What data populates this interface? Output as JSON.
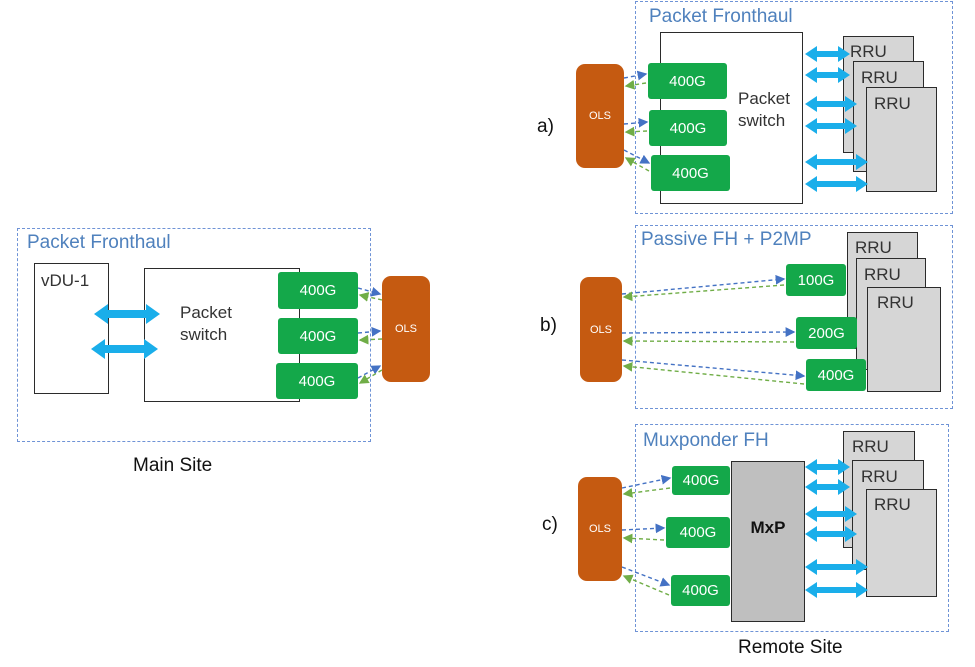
{
  "main_site": {
    "frame_title": "Packet Fronthaul",
    "vdu_label": "vDU-1",
    "switch_label": "Packet switch",
    "modules": [
      "400G",
      "400G",
      "400G"
    ],
    "ols_label": "OLS",
    "caption": "Main Site"
  },
  "remote_site": {
    "caption": "Remote Site",
    "a": {
      "letter": "a)",
      "frame_title": "Packet Fronthaul",
      "ols_label": "OLS",
      "modules": [
        "400G",
        "400G",
        "400G"
      ],
      "switch_label": "Packet switch",
      "rru_labels": [
        "RRU",
        "RRU",
        "RRU"
      ]
    },
    "b": {
      "letter": "b)",
      "frame_title": "Passive FH + P2MP",
      "ols_label": "OLS",
      "modules": [
        "100G",
        "200G",
        "400G"
      ],
      "rru_labels": [
        "RRU",
        "RRU",
        "RRU"
      ]
    },
    "c": {
      "letter": "c)",
      "frame_title": "Muxponder FH",
      "ols_label": "OLS",
      "modules": [
        "400G",
        "400G",
        "400G"
      ],
      "mxp_label": "MxP",
      "rru_labels": [
        "RRU",
        "RRU",
        "RRU"
      ]
    }
  },
  "colors": {
    "frame_border": "#6f93d6",
    "frame_title": "#4f81bd",
    "module_green": "#14a84a",
    "ols_orange": "#c55a11",
    "arrow_cyan": "#1aaeea",
    "link_blue": "#4472c4",
    "link_green": "#70ad47",
    "rru_grey": "#d6d6d6",
    "mxp_grey": "#bfbfbf"
  }
}
